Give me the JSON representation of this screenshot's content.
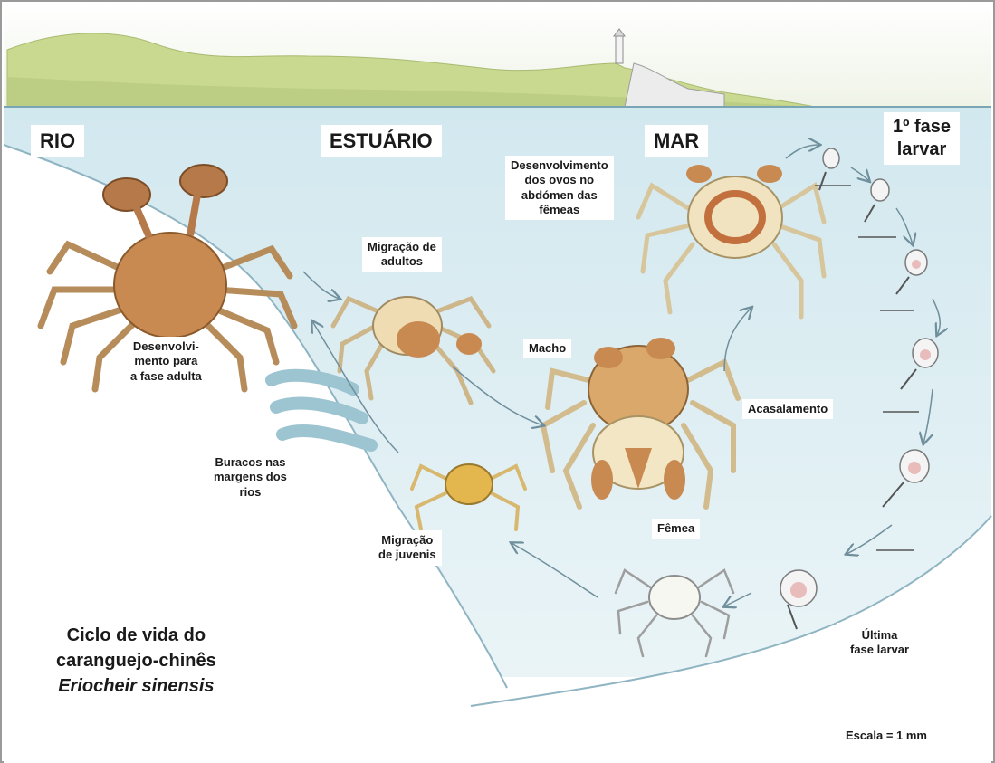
{
  "zones": {
    "river": "RIO",
    "estuary": "ESTUÁRIO",
    "sea": "MAR"
  },
  "labels": {
    "first_larval_line1": "1º fase",
    "first_larval_line2": "larvar",
    "eggs": [
      "Desenvolvimento",
      "dos ovos no",
      "abdómen das",
      "fêmeas"
    ],
    "adult_migration": [
      "Migração de",
      "adultos"
    ],
    "adult_development": [
      "Desenvolvi-",
      "mento para",
      "a fase adulta"
    ],
    "male": "Macho",
    "mating": "Acasalamento",
    "burrows": [
      "Buracos nas",
      "margens dos",
      "rios"
    ],
    "juvenile_migration": [
      "Migração",
      "de juvenis"
    ],
    "female": "Fêmea",
    "last_larval": [
      "Última",
      "fase larvar"
    ],
    "scale": "Escala = 1 mm"
  },
  "title": {
    "line1": "Ciclo de vida do",
    "line2": "caranguejo-chinês",
    "line3": "Eriocheir sinensis"
  },
  "colors": {
    "water": "#dcedf2",
    "land": "#c9d98f",
    "shell_dark": "#c98a52",
    "shell_light": "#f2deb0",
    "arrow": "#6f8f9c"
  }
}
